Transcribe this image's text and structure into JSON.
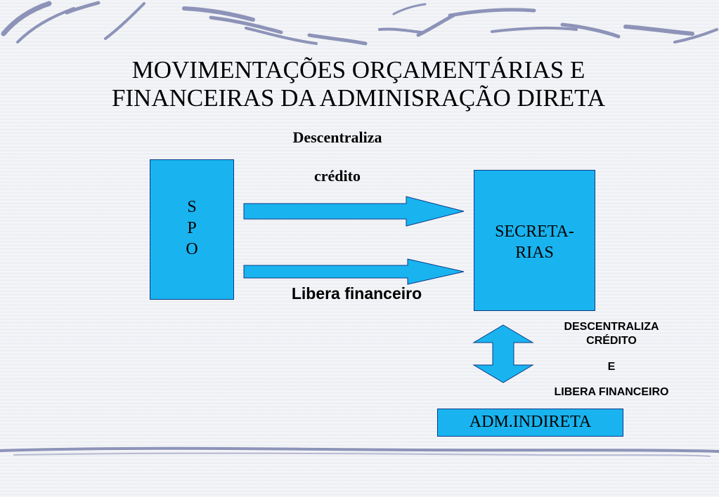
{
  "title": {
    "line1": "MOVIMENTAÇÕES ORÇAMENTÁRIAS E",
    "line2": "FINANCEIRAS DA ADMINISRAÇÃO DIRETA"
  },
  "nodes": {
    "spo": {
      "letters": [
        "S",
        "P",
        "O"
      ]
    },
    "secretarias": {
      "line1": "SECRETA-",
      "line2": "RIAS"
    },
    "adm": {
      "label": "ADM.INDIRETA"
    }
  },
  "edges": {
    "top_label_line1": "Descentraliza",
    "top_label_line2": "crédito",
    "bottom_label": "Libera financeiro",
    "vertical_label_line1": "DESCENTRALIZA",
    "vertical_label_line2": "CRÉDITO",
    "vertical_label_line3": "E",
    "vertical_label_line4": "LIBERA FINANCEIRO"
  },
  "colors": {
    "box_fill": "#19b4ef",
    "box_border": "#0a3a8a",
    "decor_stroke": "#8d93b8"
  }
}
